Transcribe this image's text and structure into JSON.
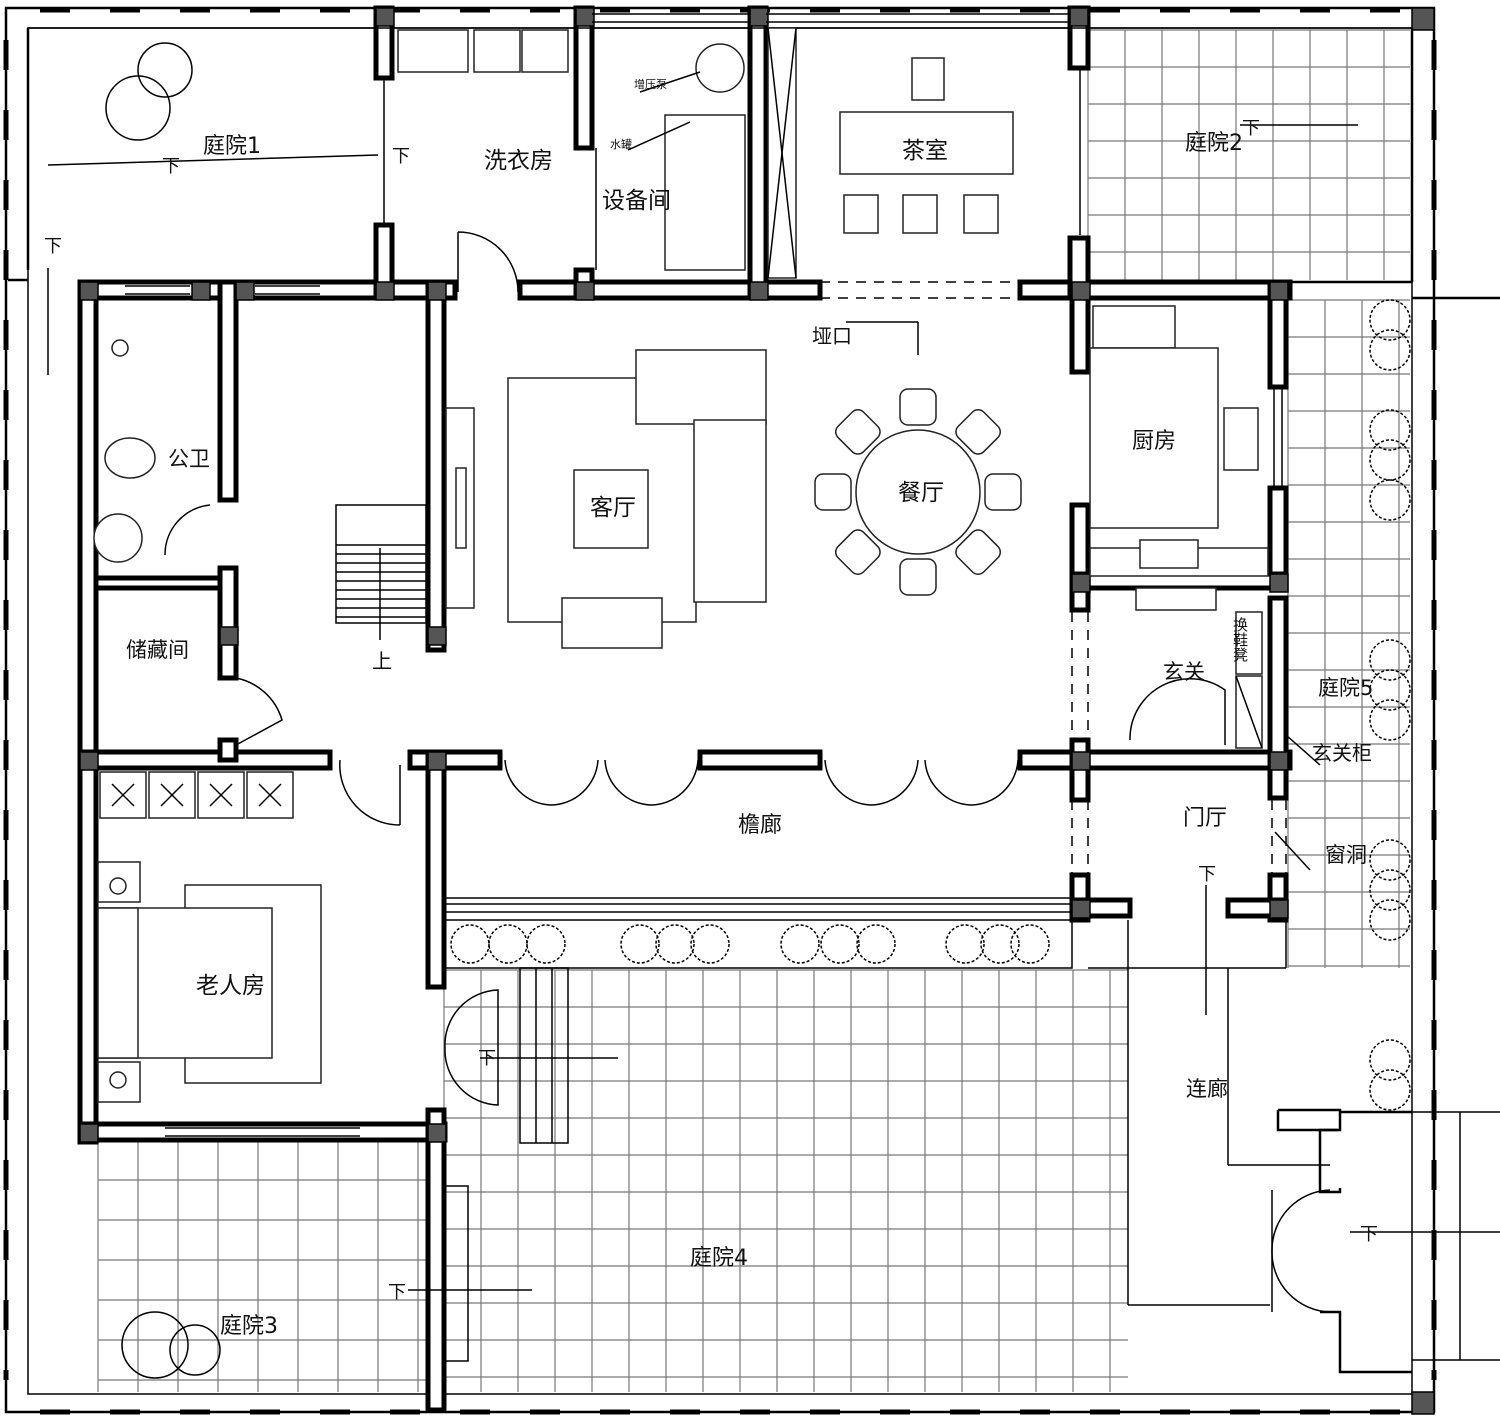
{
  "rooms": {
    "courtyard1": "庭院1",
    "laundry": "洗衣房",
    "equipment": "设备间",
    "pressure_pump": "增压泵",
    "water_tank": "水罐",
    "tea_room": "茶室",
    "courtyard2": "庭院2",
    "step_opening": "垭口",
    "public_wc": "公卫",
    "living_room": "客厅",
    "dining_room": "餐厅",
    "kitchen": "厨房",
    "storage": "储藏间",
    "stair_up": "上",
    "foyer": "玄关",
    "shoe_bench": "换鞋凳",
    "courtyard5": "庭院5",
    "foyer_cabinet": "玄关柜",
    "eave_corridor": "檐廊",
    "entrance_hall": "门厅",
    "window_opening": "窗洞",
    "elder_room": "老人房",
    "connecting_corridor": "连廊",
    "courtyard4": "庭院4",
    "courtyard3": "庭院3"
  },
  "step_down": "下",
  "colors": {
    "line": "#000000",
    "column": "#555555",
    "grid": "#777777",
    "background": "#ffffff"
  }
}
